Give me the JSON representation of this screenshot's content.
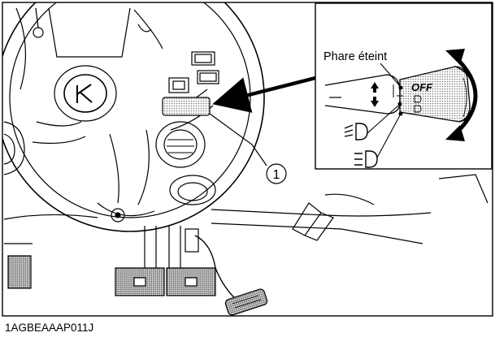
{
  "labels": {
    "headlight_off": "Phare éteint",
    "switch_off_text": "OFF",
    "callout_number": "1",
    "figure_code": "1AGBEAAAP011J"
  },
  "icons": {
    "steering_hub": "logo-k-icon",
    "dipped_beam": "low-beam-headlight-icon",
    "main_beam": "high-beam-headlight-icon",
    "lever_direction": "up-down-arrow-icon",
    "rotation": "curved-double-arrow-icon"
  },
  "colors": {
    "line": "#000000",
    "background": "#ffffff",
    "hatch": "#9a9a9a"
  }
}
